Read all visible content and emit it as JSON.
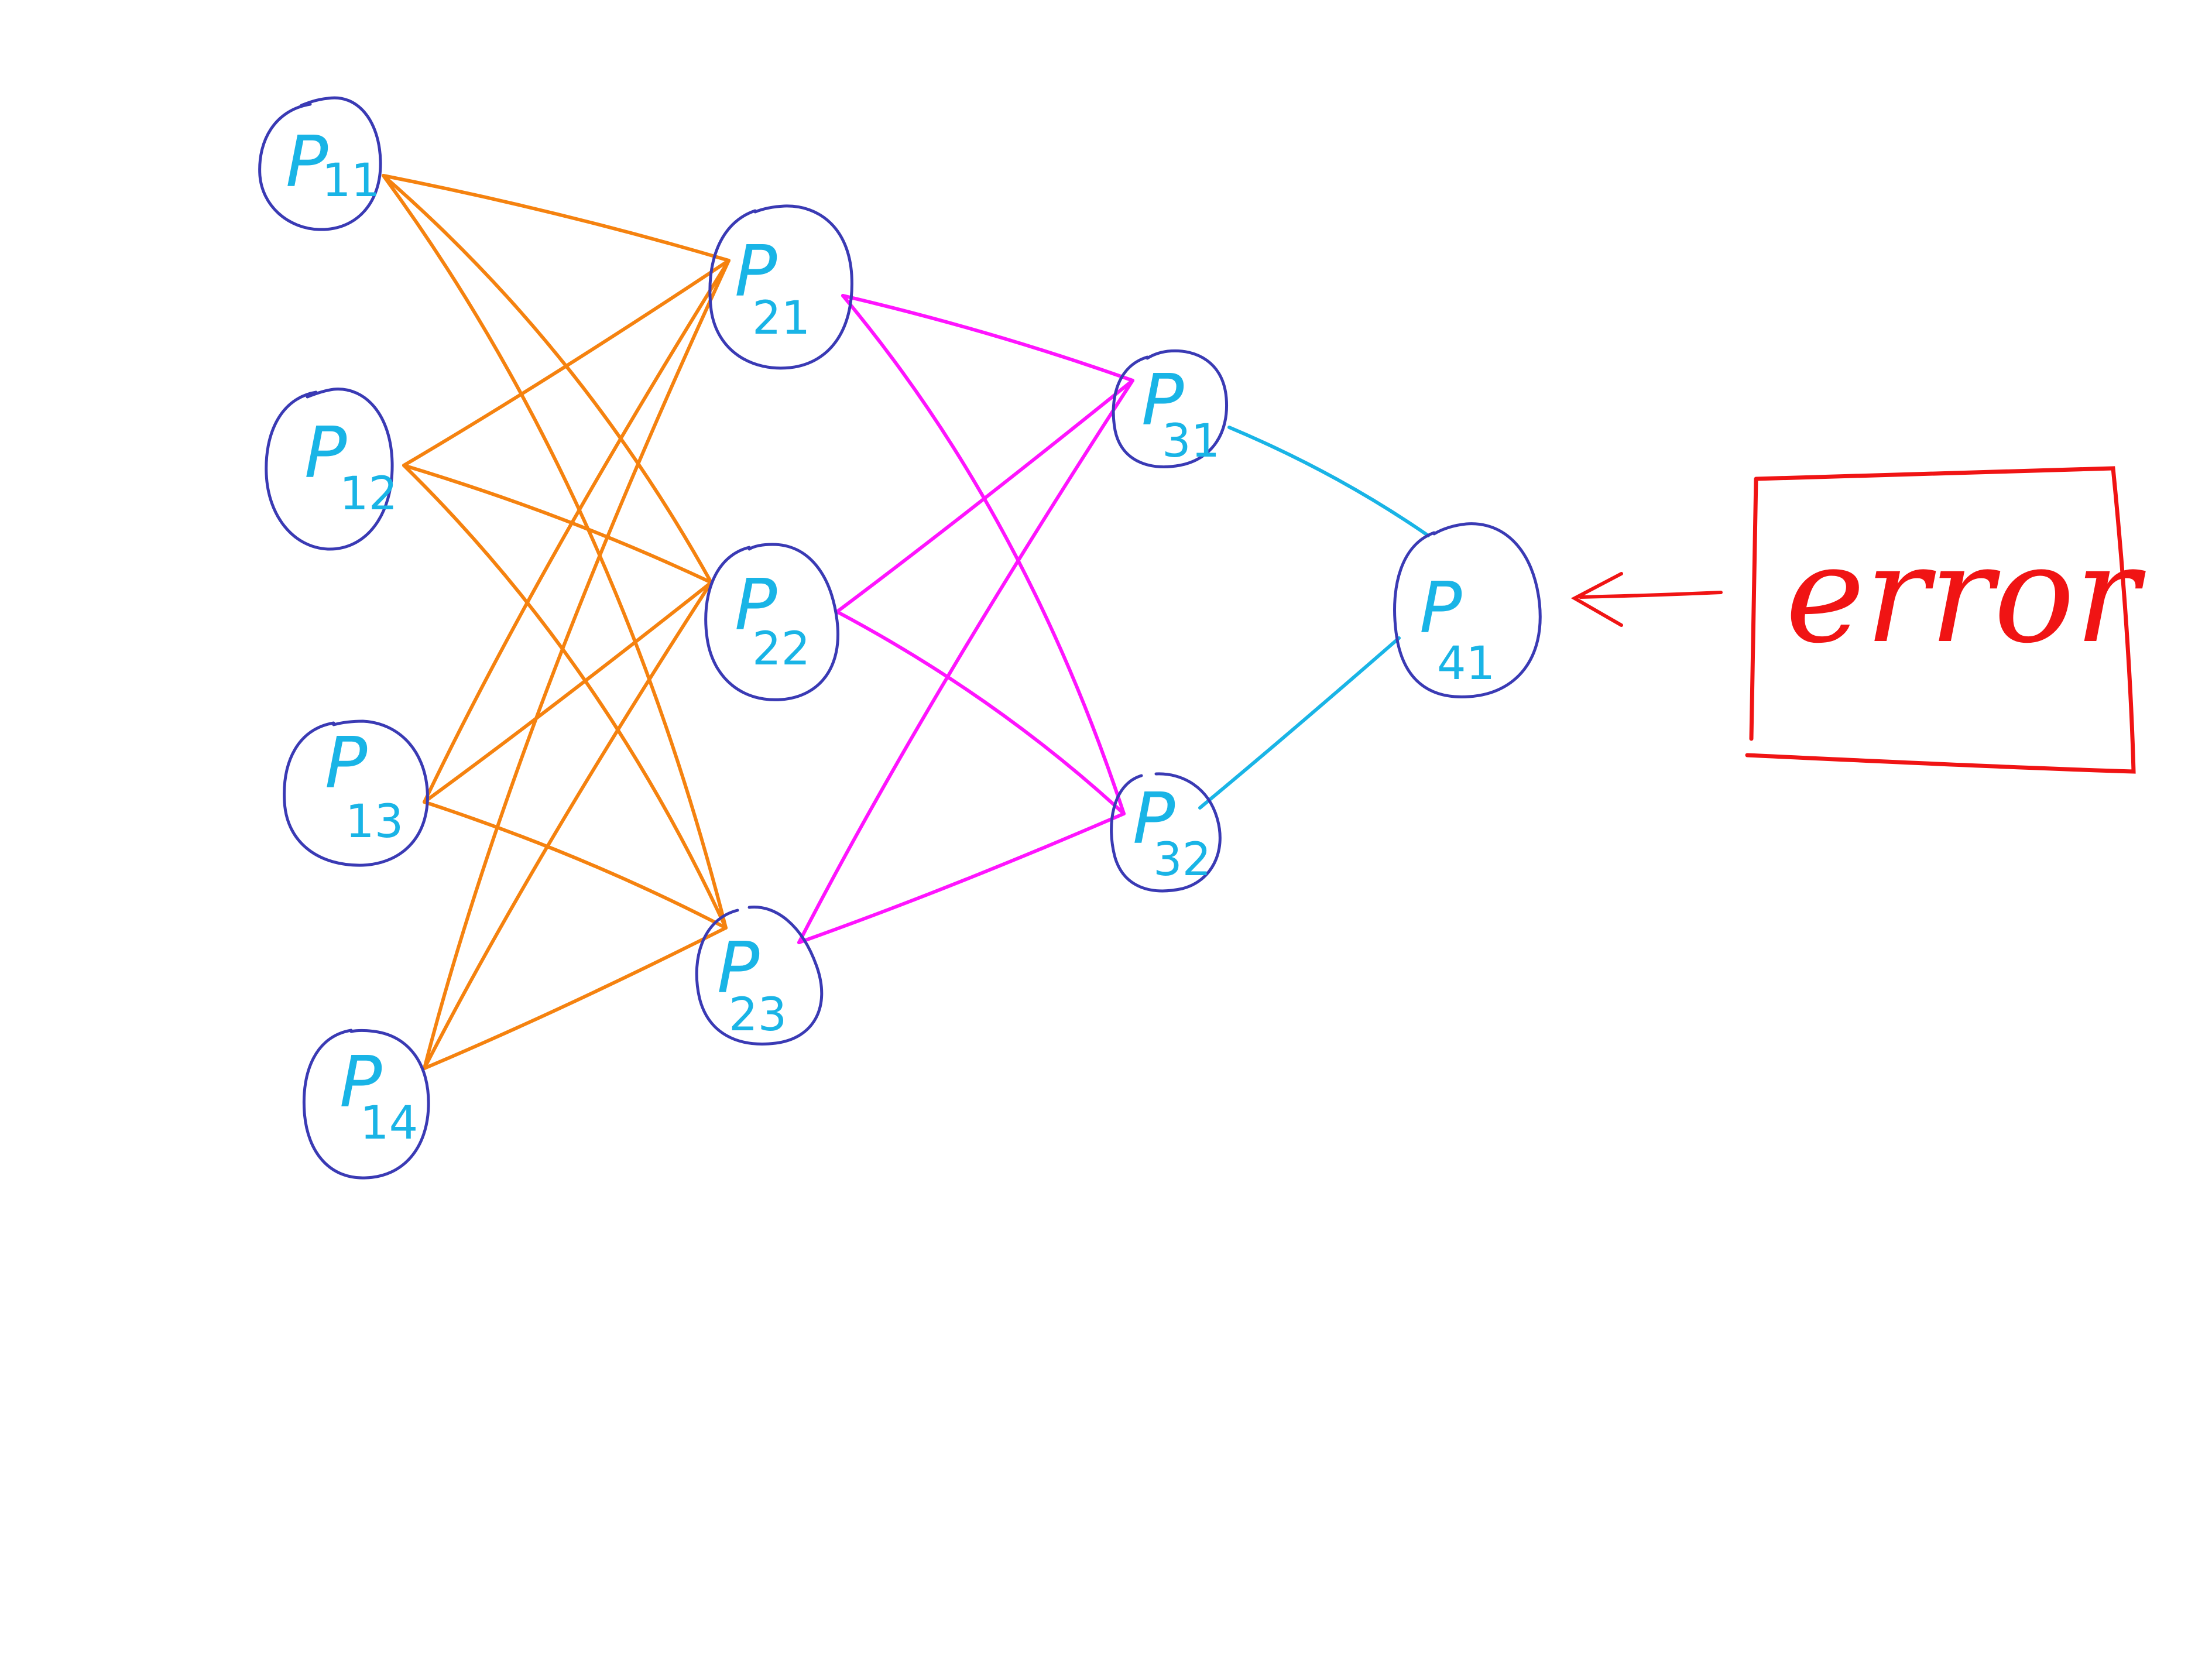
{
  "colors": {
    "node_outline": "#3a3ab4",
    "node_label": "#19b4e6",
    "edges_layer1": "#f5820f",
    "edges_layer2": "#ff14ff",
    "edges_layer3": "#19b4e6",
    "error": "#f01414"
  },
  "layers": [
    {
      "nodes": [
        {
          "id": "p11",
          "main": "P",
          "sub": "11"
        },
        {
          "id": "p12",
          "main": "P",
          "sub": "12"
        },
        {
          "id": "p13",
          "main": "P",
          "sub": "13"
        },
        {
          "id": "p14",
          "main": "P",
          "sub": "14"
        }
      ]
    },
    {
      "nodes": [
        {
          "id": "p21",
          "main": "P",
          "sub": "21"
        },
        {
          "id": "p22",
          "main": "P",
          "sub": "22"
        },
        {
          "id": "p23",
          "main": "P",
          "sub": "23"
        }
      ]
    },
    {
      "nodes": [
        {
          "id": "p31",
          "main": "P",
          "sub": "31"
        },
        {
          "id": "p32",
          "main": "P",
          "sub": "32"
        }
      ]
    },
    {
      "nodes": [
        {
          "id": "p41",
          "main": "P",
          "sub": "41"
        }
      ]
    }
  ],
  "error_box": {
    "label": "error"
  }
}
